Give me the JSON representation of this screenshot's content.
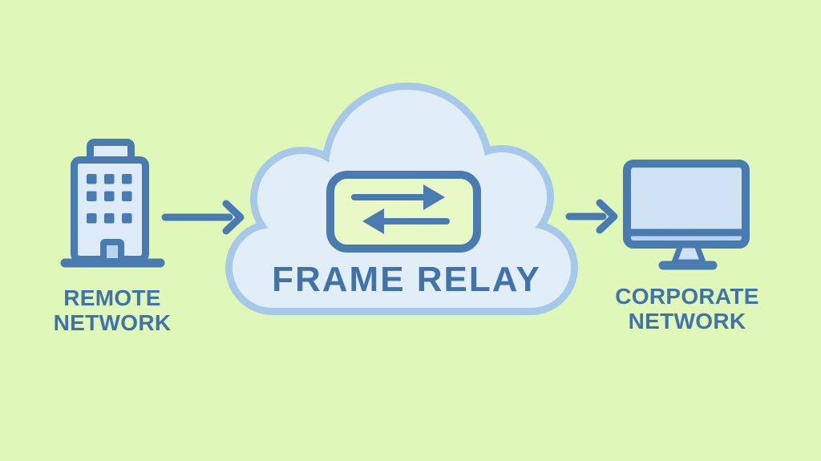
{
  "colors": {
    "background": "#dff8ba",
    "outline_blue": "#4a7bb0",
    "text_blue": "#4173a9",
    "cloud_border": "#a7c9e9",
    "cloud_fill": "#e1eef8",
    "icon_fill": "#dcebf7",
    "screen_fill": "#cfe3f5",
    "accent_fill": "#b9d4ee",
    "relay_box_fill": "#e9f9c5"
  },
  "diagram": {
    "nodes": [
      {
        "id": "remote-network",
        "icon": "office-building-icon",
        "label_line1": "REMOTE",
        "label_line2": "NETWORK"
      },
      {
        "id": "frame-relay-cloud",
        "icon": "cloud-icon",
        "symbol": "bidirectional-arrows-icon",
        "label": "FRAME RELAY"
      },
      {
        "id": "corporate-network",
        "icon": "desktop-computer-icon",
        "label_line1": "CORPORATE",
        "label_line2": "NETWORK"
      }
    ],
    "connections": [
      {
        "from": "remote-network",
        "to": "frame-relay-cloud",
        "style": "right-arrow"
      },
      {
        "from": "frame-relay-cloud",
        "to": "corporate-network",
        "style": "right-arrow"
      }
    ]
  }
}
